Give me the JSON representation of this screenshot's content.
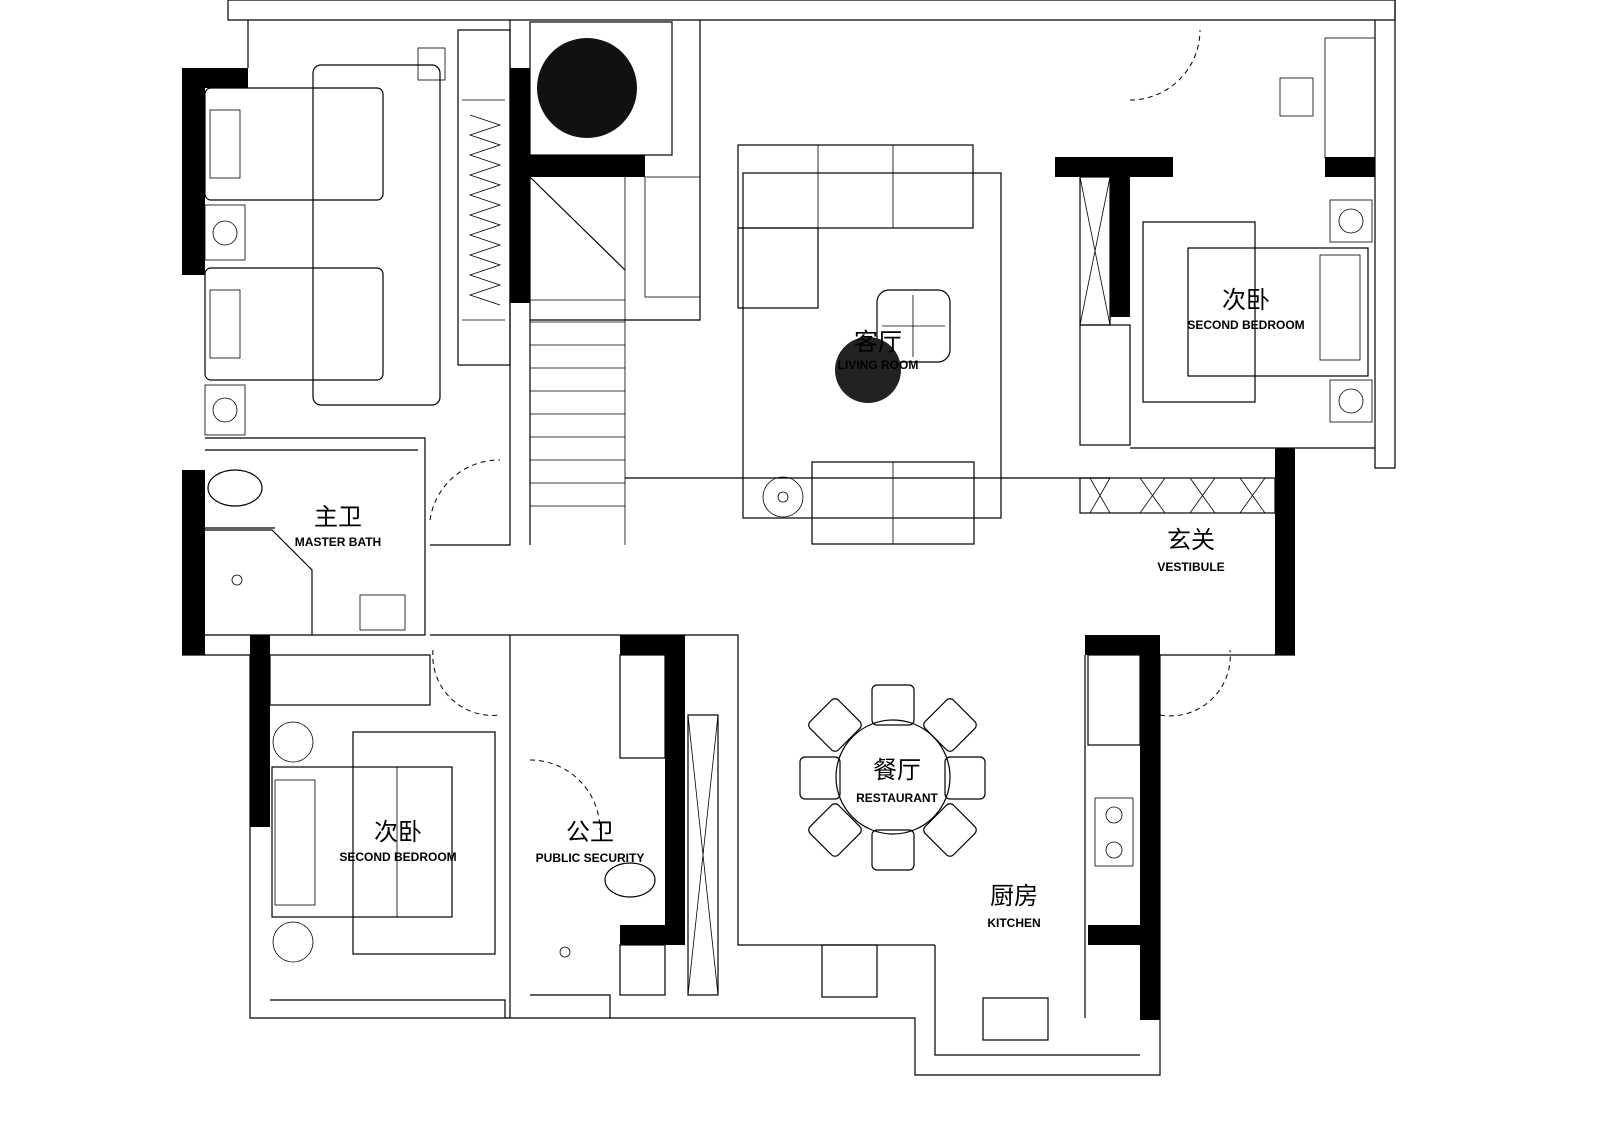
{
  "rooms": [
    {
      "id": "master-bath",
      "zh": "主卫",
      "en": "MASTER BATH"
    },
    {
      "id": "living-room",
      "zh": "客厅",
      "en": "LIVING ROOM"
    },
    {
      "id": "second-bedroom-east",
      "zh": "次卧",
      "en": "SECOND BEDROOM"
    },
    {
      "id": "vestibule",
      "zh": "玄关",
      "en": "VESTIBULE"
    },
    {
      "id": "restaurant",
      "zh": "餐厅",
      "en": "RESTAURANT"
    },
    {
      "id": "second-bedroom-west",
      "zh": "次卧",
      "en": "SECOND BEDROOM"
    },
    {
      "id": "public-bath",
      "zh": "公卫",
      "en": "PUBLIC SECURITY"
    },
    {
      "id": "kitchen",
      "zh": "厨房",
      "en": "KITCHEN"
    }
  ]
}
